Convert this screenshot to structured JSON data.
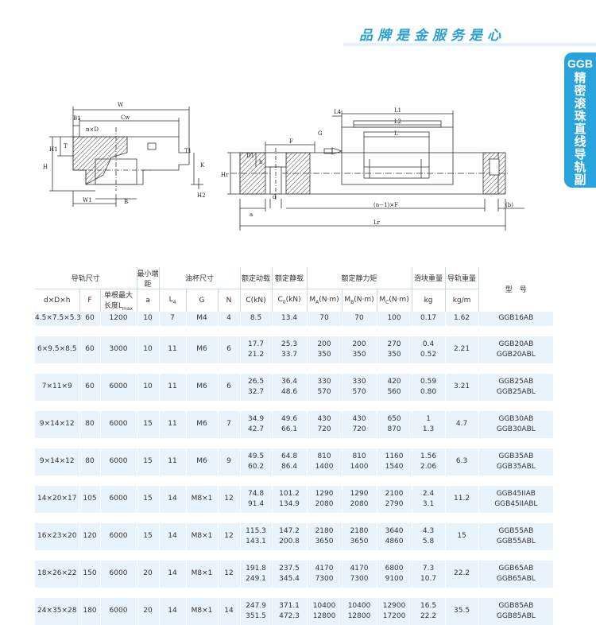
{
  "slogan": "品牌是金服务是心",
  "side_tab": {
    "brand": "GGB",
    "title": "精密滚珠直线导轨副"
  },
  "drawing": {
    "labels": {
      "W": "W",
      "Cw": "Cw",
      "B1": "B1",
      "nD": "n×D",
      "H1": "H1",
      "T": "T",
      "T1": "T1",
      "H": "H",
      "K": "K",
      "H2": "H2",
      "W1": "W1",
      "B": "B",
      "L4": "L4",
      "L1": "L1",
      "L2": "L2",
      "L": "L",
      "G": "G",
      "F": "F",
      "D1": "D1",
      "h": "h",
      "Hr": "Hr",
      "a": "a",
      "d": "d",
      "nF": "(n−1)×F",
      "b": "(b)",
      "Lr": "Lr"
    }
  },
  "table": {
    "group_headers": {
      "rail_size": "导轨尺寸",
      "min_end": "最小端距",
      "nipple_size": "油杯尺寸",
      "dyn_load": "额定动载",
      "static_load": "额定静载",
      "static_moment": "额定静力矩",
      "block_weight": "滑块重量",
      "rail_weight": "导轨重量",
      "model": "型　号"
    },
    "sub_headers": {
      "dDh": "d×D×h",
      "F": "F",
      "Lmax_1": "单根最大",
      "Lmax_2": "长度L",
      "Lmax_sub": "max",
      "a": "a",
      "L4": "L",
      "L4_sub": "4",
      "G": "G",
      "N": "N",
      "C": "C(kN)",
      "C0": "C",
      "C0_sub": "0",
      "C0_unit": "(kN)",
      "MA": "M",
      "MA_sub": "A",
      "MA_unit": "(N·m)",
      "MB": "M",
      "MB_sub": "B",
      "MB_unit": "(N·m)",
      "MC": "M",
      "MC_sub": "C",
      "MC_unit": "(N·m)",
      "kg": "kg",
      "kgm": "kg/m"
    },
    "rows": [
      {
        "dDh": "4.5×7.5×5.3",
        "F": "60",
        "Lmax": "1200",
        "a": "10",
        "L4": "7",
        "G": "M4",
        "N": "4",
        "C": [
          "8.5"
        ],
        "C0": [
          "13.4"
        ],
        "MA": [
          "70"
        ],
        "MB": [
          "70"
        ],
        "MC": [
          "100"
        ],
        "kg": [
          "0.17"
        ],
        "kgm": "1.62",
        "model": [
          "GGB16AB"
        ]
      },
      {
        "dDh": "6×9.5×8.5",
        "F": "60",
        "Lmax": "3000",
        "a": "10",
        "L4": "11",
        "G": "M6",
        "N": "6",
        "C": [
          "17.7",
          "21.2"
        ],
        "C0": [
          "25.3",
          "33.7"
        ],
        "MA": [
          "200",
          "350"
        ],
        "MB": [
          "200",
          "350"
        ],
        "MC": [
          "270",
          "350"
        ],
        "kg": [
          "0.4",
          "0.52"
        ],
        "kgm": "2.21",
        "model": [
          "GGB20AB",
          "GGB20ABL"
        ]
      },
      {
        "dDh": "7×11×9",
        "F": "60",
        "Lmax": "6000",
        "a": "10",
        "L4": "11",
        "G": "M6",
        "N": "6",
        "C": [
          "26.5",
          "32.7"
        ],
        "C0": [
          "36.4",
          "48.6"
        ],
        "MA": [
          "330",
          "570"
        ],
        "MB": [
          "330",
          "570"
        ],
        "MC": [
          "420",
          "560"
        ],
        "kg": [
          "0.59",
          "0.80"
        ],
        "kgm": "3.21",
        "model": [
          "GGB25AB",
          "GGB25ABL"
        ]
      },
      {
        "dDh": "9×14×12",
        "F": "80",
        "Lmax": "6000",
        "a": "15",
        "L4": "11",
        "G": "M6",
        "N": "7",
        "C": [
          "34.9",
          "42.7"
        ],
        "C0": [
          "49.6",
          "66.1"
        ],
        "MA": [
          "430",
          "720"
        ],
        "MB": [
          "430",
          "720"
        ],
        "MC": [
          "650",
          "870"
        ],
        "kg": [
          "1",
          "1.3"
        ],
        "kgm": "4.7",
        "model": [
          "GGB30AB",
          "GGB30ABL"
        ]
      },
      {
        "dDh": "9×14×12",
        "F": "80",
        "Lmax": "6000",
        "a": "15",
        "L4": "11",
        "G": "M6",
        "N": "9",
        "C": [
          "49.5",
          "60.2"
        ],
        "C0": [
          "64.8",
          "86.4"
        ],
        "MA": [
          "810",
          "1400"
        ],
        "MB": [
          "810",
          "1400"
        ],
        "MC": [
          "1160",
          "1540"
        ],
        "kg": [
          "1.56",
          "2.06"
        ],
        "kgm": "6.3",
        "model": [
          "GGB35AB",
          "GGB35ABL"
        ]
      },
      {
        "dDh": "14×20×17",
        "F": "105",
        "Lmax": "6000",
        "a": "15",
        "L4": "14",
        "G": "M8×1",
        "N": "12",
        "C": [
          "74.8",
          "91.4"
        ],
        "C0": [
          "101.2",
          "134.9"
        ],
        "MA": [
          "1290",
          "2080"
        ],
        "MB": [
          "1290",
          "2080"
        ],
        "MC": [
          "2100",
          "2790"
        ],
        "kg": [
          "2.4",
          "3.1"
        ],
        "kgm": "11.2",
        "model": [
          "GGB45IIAB",
          "GGB45IIABL"
        ]
      },
      {
        "dDh": "16×23×20",
        "F": "120",
        "Lmax": "6000",
        "a": "15",
        "L4": "14",
        "G": "M8×1",
        "N": "12",
        "C": [
          "115.3",
          "143.1"
        ],
        "C0": [
          "147.2",
          "200.8"
        ],
        "MA": [
          "2180",
          "3650"
        ],
        "MB": [
          "2180",
          "3650"
        ],
        "MC": [
          "3640",
          "4860"
        ],
        "kg": [
          "4.3",
          "5.8"
        ],
        "kgm": "15",
        "model": [
          "GGB55AB",
          "GGB55ABL"
        ]
      },
      {
        "dDh": "18×26×22",
        "F": "150",
        "Lmax": "6000",
        "a": "20",
        "L4": "14",
        "G": "M8×1",
        "N": "12",
        "C": [
          "191.8",
          "249.1"
        ],
        "C0": [
          "237.5",
          "345.4"
        ],
        "MA": [
          "4170",
          "7300"
        ],
        "MB": [
          "4170",
          "7300"
        ],
        "MC": [
          "6800",
          "9100"
        ],
        "kg": [
          "7.3",
          "10.7"
        ],
        "kgm": "22.2",
        "model": [
          "GGB65AB",
          "GGB65ABL"
        ]
      },
      {
        "dDh": "24×35×28",
        "F": "180",
        "Lmax": "6000",
        "a": "20",
        "L4": "14",
        "G": "M8×1",
        "N": "14",
        "C": [
          "247.9",
          "351.5"
        ],
        "C0": [
          "371.1",
          "472.3"
        ],
        "MA": [
          "10400",
          "12800"
        ],
        "MB": [
          "10400",
          "12800"
        ],
        "MC": [
          "12900",
          "17200"
        ],
        "kg": [
          "16.5",
          "22.2"
        ],
        "kgm": "35.5",
        "model": [
          "GGB85AB",
          "GGB85ABL"
        ]
      }
    ]
  }
}
